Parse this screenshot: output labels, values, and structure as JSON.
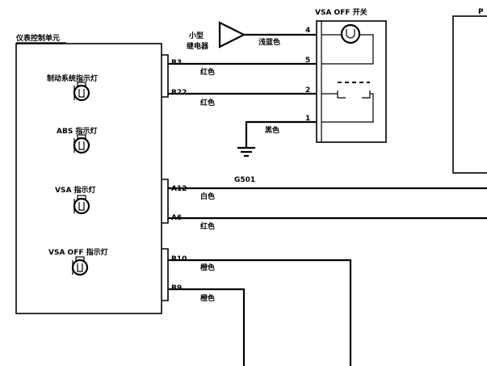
{
  "cluster": {
    "title": "仪表控制单元",
    "indicators": [
      {
        "label": "制动系统指示灯"
      },
      {
        "label": "ABS 指示灯"
      },
      {
        "label": "VSA 指示灯"
      },
      {
        "label": "VSA OFF 指示灯"
      }
    ]
  },
  "relay": {
    "label_line1": "小型",
    "label_line2": "继电器"
  },
  "switch": {
    "title": "VSA OFF 开关"
  },
  "right_box": {
    "title_fragment": "P"
  },
  "ground": {
    "label": "G501"
  },
  "pins": {
    "b3": "B3",
    "b22": "B22",
    "a12": "A12",
    "a6": "A6",
    "b10": "B10",
    "b9": "B9",
    "s4": "4",
    "s5": "5",
    "s2": "2",
    "s1": "1"
  },
  "wires": {
    "b3_color": "红色",
    "b22_color": "红色",
    "relay_color": "浅蓝色",
    "ground_color": "黑色",
    "a12_color": "白色",
    "a6_color": "红色",
    "b10_color": "橙色",
    "b9_color": "橙色"
  },
  "colors": {
    "line": "#000000",
    "background": "#ffffff"
  }
}
